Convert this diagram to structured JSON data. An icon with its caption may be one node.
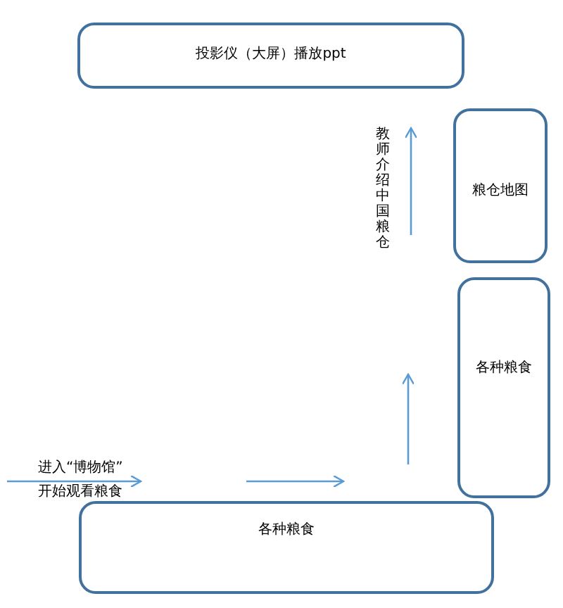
{
  "diagram": {
    "nodes": [
      {
        "text": [
          "投影仪（大屏）播放ppt"
        ]
      },
      {
        "text": [
          "粮仓地图"
        ]
      },
      {
        "text": [
          "各种粮食"
        ]
      },
      {
        "text": [
          "各种粮食"
        ]
      }
    ],
    "labels": [
      "教师介绍中国粮仓",
      "进入“博物馆”",
      "开始观看粮食"
    ]
  }
}
